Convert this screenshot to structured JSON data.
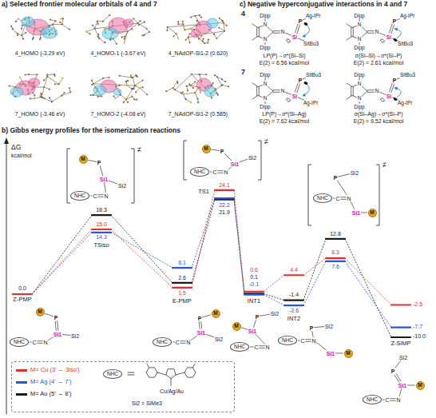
{
  "diagram": {
    "nodes": [
      {
        "text": [
          "M"
        ]
      },
      {
        "text": [
          "NHC"
        ]
      },
      {
        "text": [
          "M"
        ]
      },
      {
        "text": [
          "NHC"
        ]
      },
      {
        "text": [
          "M"
        ]
      },
      {
        "text": [
          "NHC"
        ]
      },
      {
        "text": [
          "M"
        ]
      },
      {
        "text": [
          "NHC"
        ]
      },
      {
        "text": [
          "M"
        ]
      },
      {
        "text": [
          "NHC"
        ]
      },
      {
        "text": [
          "M"
        ]
      },
      {
        "text": [
          "NHC"
        ]
      },
      {
        "text": [
          "M"
        ]
      },
      {
        "text": [
          "NHC"
        ]
      },
      {
        "text": [
          "M"
        ]
      },
      {
        "text": [
          "NHC"
        ]
      },
      {
        "text": [
          "Si2 = SiMe3",
          "Cu/Ag/Au"
        ]
      },
      {
        "text": [
          "NHC"
        ],
        "in": 16
      }
    ],
    "labels": [
      "a) Selected frontier molecular orbitals of 4 and 7",
      "4_HOMO (-3.29 eV)",
      "4_HOMO-1 (-3.67 eV)",
      "4_NAdOP-Si1-2 (0.620)",
      "7_HOMO (-3.46 eV)",
      "7_HOMO-2 (-4.08 eV)",
      "7_NAdOP-Si1-2 (0.585)",
      "c) Negative hyperconjugative interactions in 4 and 7",
      "4",
      "Dipp",
      "N",
      "N",
      "N",
      "Dipp",
      "P",
      "Si",
      "Ag-IPr",
      "SitBu3",
      "Dipp",
      "N",
      "N",
      "N",
      "Dipp",
      "P",
      "Si",
      "Ag-IPr",
      "SitBu3",
      "LP(P)→σ*(Si–Si)",
      "E(2) = 6.56 kcal/mol",
      "σ(Si–Si)→σ*(Si–P)",
      "E(2) = 2.61 kcal/mol",
      "7",
      "Dipp",
      "N",
      "N",
      "N",
      "Dipp",
      "P",
      "Si",
      "SitBu3",
      "Ag-IPr",
      "Dipp",
      "N",
      "N",
      "N",
      "Dipp",
      "P",
      "Si",
      "SitBu3",
      "Ag-IPr",
      "LP(P)→σ*(Si–Ag)",
      "E(2) = 7.62 kcal/mol",
      "σ(Si–Ag)→σ*(Si–P)",
      "E(2) = 9.52 kcal/mol",
      "b) Gibbs energy profiles for the isomerization reactions",
      "ΔG",
      "kcal/mol",
      "Z-PMP",
      "0.0",
      "TSiso",
      "18.3",
      "15.0",
      "14.3",
      "E-PMP",
      "6.1",
      "2.6",
      "1.5",
      "TS1",
      "24.1",
      "22.2",
      "21.9",
      "INT1",
      "0.6",
      "0.1",
      "-0.1",
      "INT2",
      "4.4",
      "-1.4",
      "-2.6",
      "12.8",
      "8.3",
      "7.6",
      "Z-SiMP",
      "-2.5",
      "-7.7",
      "-10.0",
      "P",
      "Si1",
      "Si2",
      "C",
      "N",
      "P",
      "Si1",
      "Si2",
      "C",
      "N",
      "≠",
      "P",
      "Si1",
      "Si2",
      "C",
      "N",
      "P",
      "Si1",
      "Si2",
      "C",
      "N",
      "≠",
      "P",
      "Si1",
      "Si2",
      "C",
      "N",
      "P",
      "Si1",
      "Si2",
      "C",
      "N",
      "P",
      "Si1",
      "Si2",
      "C",
      "N",
      "≠",
      "P",
      "Si1",
      "Si2",
      "C",
      "N"
    ],
    "legend": [
      {
        "text": "M= Cu (3' → 3iso')",
        "color": "#e0302a"
      },
      {
        "text": "M= Ag (4' → 7')",
        "color": "#2458d6"
      },
      {
        "text": "M= Au (5' → 8')",
        "color": "#1a1a1a"
      }
    ]
  }
}
